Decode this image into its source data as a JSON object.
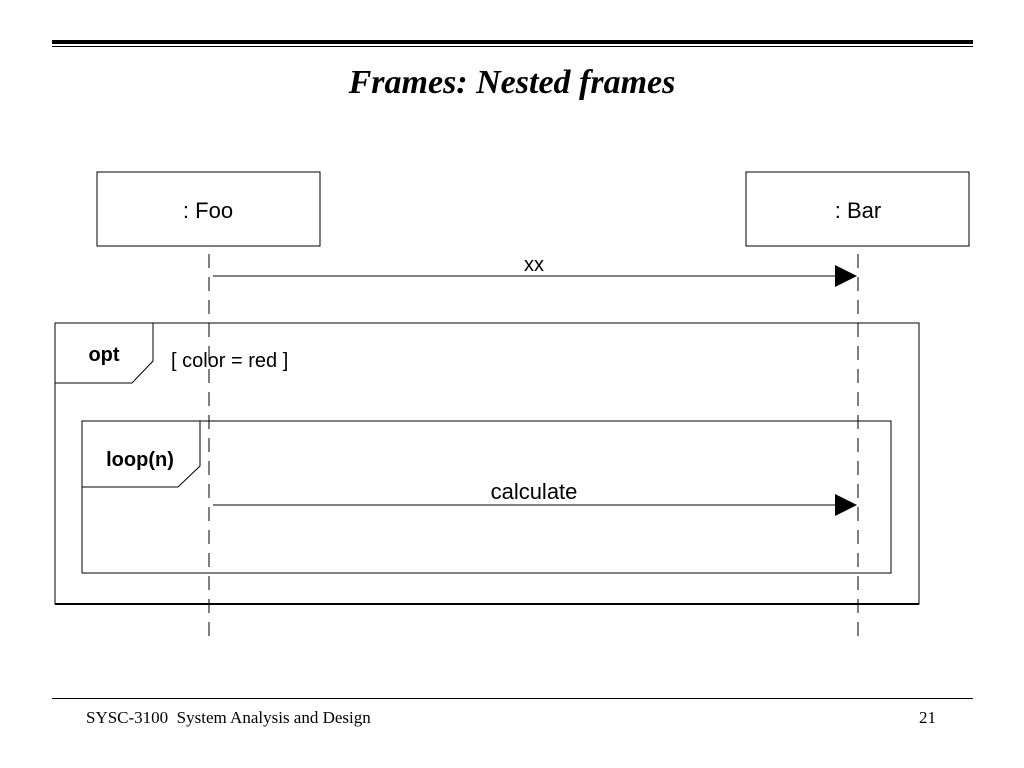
{
  "slide": {
    "title": "Frames: Nested frames",
    "footer_left": "SYSC-3100  System Analysis and Design",
    "page_number": "21"
  },
  "lifelines": {
    "foo": ": Foo",
    "bar": ": Bar"
  },
  "messages": {
    "xx": "xx",
    "calculate": "calculate"
  },
  "frames": {
    "opt": {
      "operator": "opt",
      "guard": "[ color = red ]"
    },
    "loop": {
      "operator": "loop(n)"
    }
  }
}
